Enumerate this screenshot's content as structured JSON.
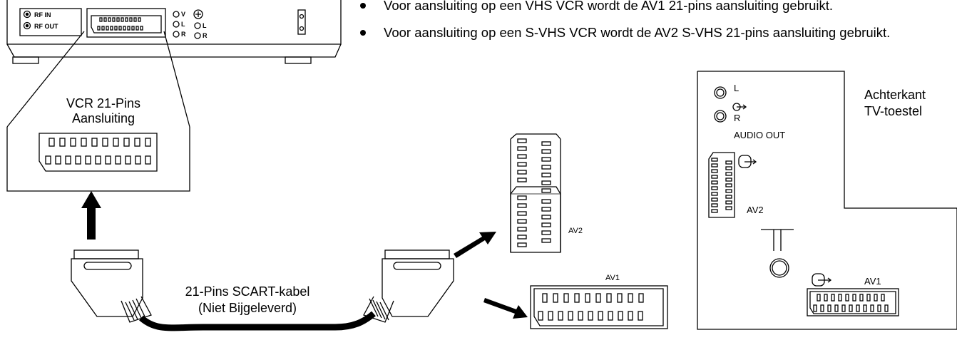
{
  "instructions": [
    "Voor aansluiting op een VHS VCR wordt de AV1 21-pins aansluiting gebruikt.",
    "Voor aansluiting op een S-VHS VCR wordt de AV2 S-VHS 21-pins aansluiting gebruikt."
  ],
  "vcr": {
    "rf_in": "RF IN",
    "rf_out": "RF OUT",
    "jack_v": "V",
    "jack_l": "L",
    "jack_r": "R",
    "jack_l2": "L",
    "jack_r2": "R",
    "callout_title": "VCR 21-Pins Aansluiting"
  },
  "cable": {
    "label_line1": "21-Pins SCART-kabel",
    "label_line2": "(Niet Bijgeleverd)"
  },
  "sockets": {
    "av2": "AV2",
    "av1": "AV1"
  },
  "tv_panel": {
    "title_line1": "Achterkant",
    "title_line2": "TV-toestel",
    "audio_l": "L",
    "audio_r": "R",
    "audio_out": "AUDIO OUT",
    "av2": "AV2",
    "av1": "AV1"
  }
}
